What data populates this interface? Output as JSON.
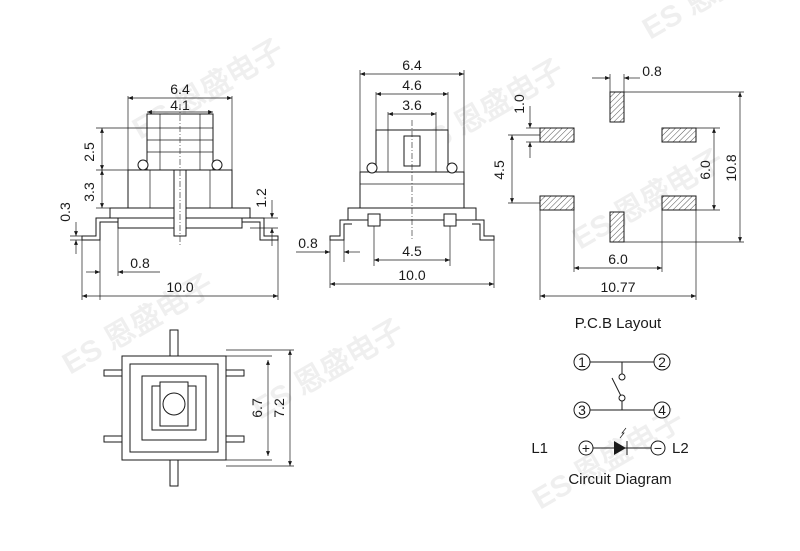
{
  "watermark": "ES 恩盛电子",
  "front_view": {
    "dims": [
      "6.4",
      "4.1",
      "2.5",
      "3.3",
      "0.3",
      "1.2",
      "0.8",
      "10.0"
    ]
  },
  "side_view": {
    "dims": [
      "6.4",
      "4.6",
      "3.6",
      "0.8",
      "4.5",
      "10.0"
    ]
  },
  "pcb_layout": {
    "title": "P.C.B Layout",
    "dims": [
      "0.8",
      "1.0",
      "4.5",
      "6.0",
      "10.8",
      "6.0",
      "10.77"
    ]
  },
  "top_view": {
    "dims": [
      "6.7",
      "7.2"
    ]
  },
  "circuit": {
    "title": "Circuit Diagram",
    "terminals": [
      "1",
      "2",
      "3",
      "4"
    ],
    "l1": "L1",
    "l2": "L2",
    "plus": "+",
    "minus": "−"
  }
}
